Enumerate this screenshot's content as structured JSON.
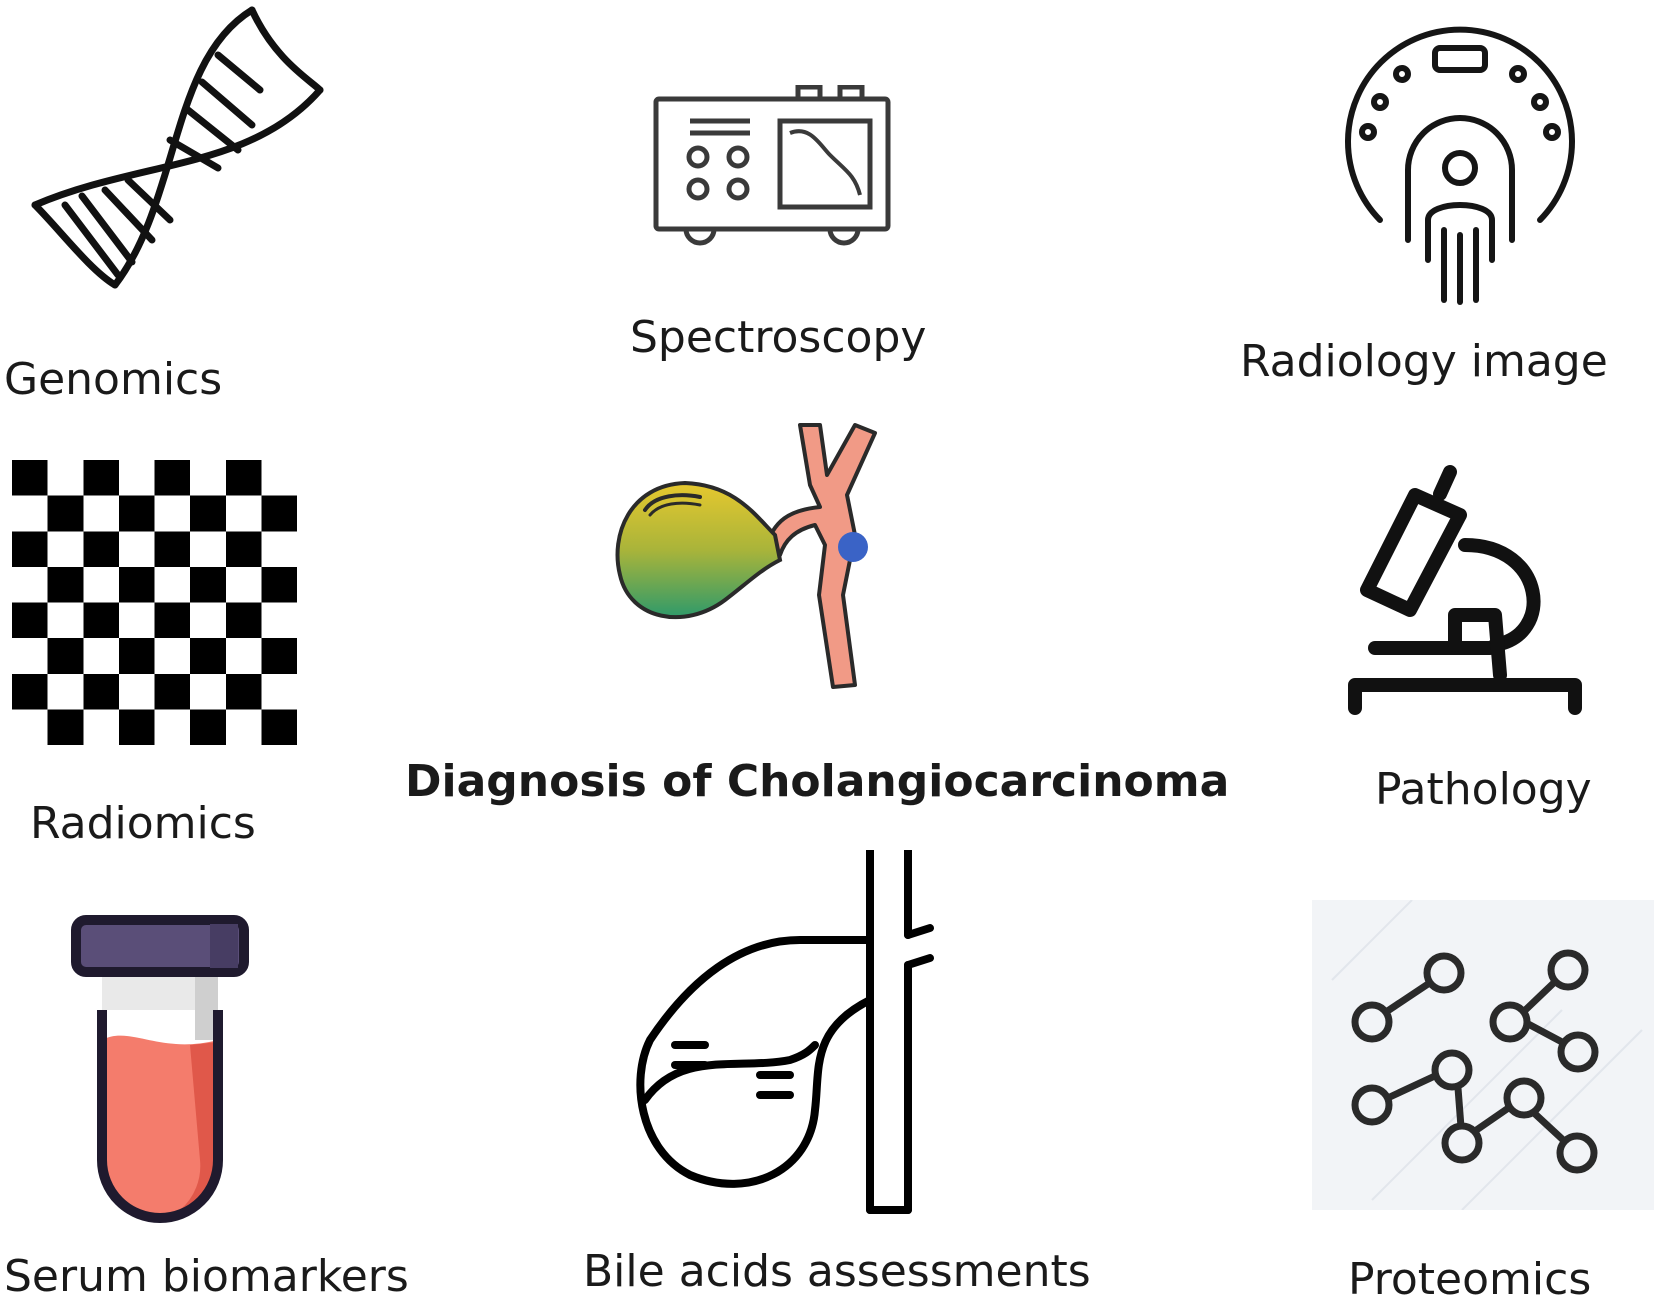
{
  "center": {
    "title": "Diagnosis of Cholangiocarcinoma"
  },
  "nodes": {
    "genomics": "Genomics",
    "spectroscopy": "Spectroscopy",
    "radiology": "Radiology image",
    "radiomics": "Radiomics",
    "pathology": "Pathology",
    "serum": "Serum biomarkers",
    "bile": "Bile acids assessments",
    "proteomics": "Proteomics"
  },
  "icons": {
    "genomics": "dna-icon",
    "spectroscopy": "spectrometer-icon",
    "radiology": "mri-scanner-icon",
    "radiomics": "checkerboard-icon",
    "center": "gallbladder-bile-duct-icon",
    "pathology": "microscope-icon",
    "serum": "test-tube-icon",
    "bile": "bile-duct-outline-icon",
    "proteomics": "molecule-network-icon"
  },
  "colors": {
    "gallbladder_top": "#e6c82e",
    "gallbladder_bottom": "#2f9a6a",
    "bile_duct": "#f19a86",
    "tumor": "#3a63c6",
    "tube_cap": "#5a4e78",
    "tube_liquid": "#f47c6c"
  }
}
